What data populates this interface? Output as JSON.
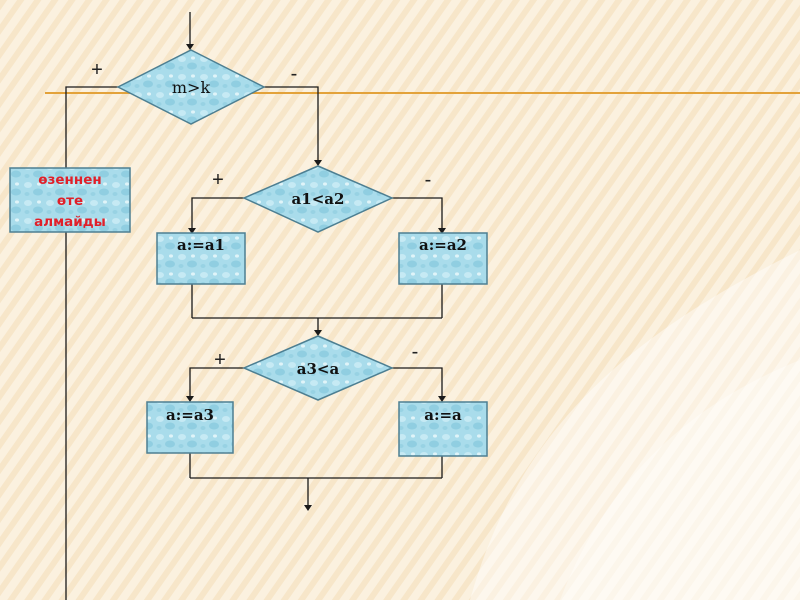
{
  "colors": {
    "background": "#fbf1df",
    "decor_stripe": "#e3a23a",
    "shape_fill": "#9fd6e6",
    "shape_fill_dark": "#6fb7cf",
    "shape_border": "#4d7f92",
    "line": "#1a1a1a",
    "warning_text": "#e0202a"
  },
  "flowchart": {
    "conditions": {
      "c1": {
        "text": "m>k",
        "yes_sign": "+",
        "no_sign": "-"
      },
      "c2": {
        "text": "a1<a2",
        "yes_sign": "+",
        "no_sign": "-"
      },
      "c3": {
        "text": "a3<a",
        "yes_sign": "+",
        "no_sign": "-"
      }
    },
    "actions": {
      "warning": [
        "өзеннен",
        "өте",
        "алмайды"
      ],
      "a1": "a:=a1",
      "a2": "a:=a2",
      "a3": "a:=a3",
      "a4": "a:=a"
    }
  }
}
